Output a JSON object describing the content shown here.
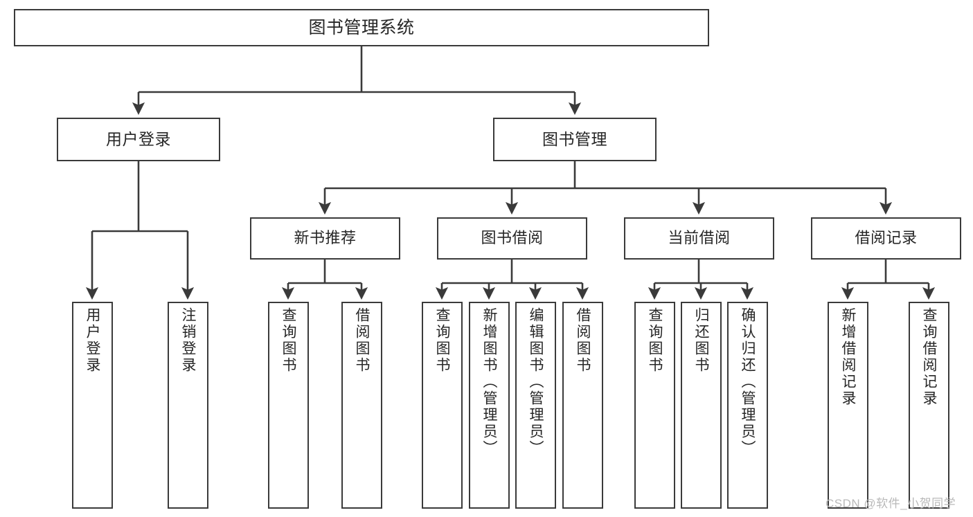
{
  "diagram": {
    "type": "hierarchy-tree",
    "title": "图书管理系统",
    "watermark": "CSDN @软件_小贺同学",
    "colors": {
      "box_border": "#3a3a3a",
      "box_fill": "#ffffff",
      "text": "#262626",
      "connector": "#3a3a3a",
      "watermark": "#b9b9b9",
      "background": "#ffffff"
    },
    "nodes": {
      "root": {
        "label": "图书管理系统",
        "level": 1
      },
      "l2": [
        {
          "id": "user-login",
          "label": "用户登录",
          "level": 2
        },
        {
          "id": "book-manage",
          "label": "图书管理",
          "level": 2
        }
      ],
      "l3": [
        {
          "id": "new-book-recommend",
          "label": "新书推荐",
          "level": 3,
          "parent": "book-manage"
        },
        {
          "id": "book-borrow",
          "label": "图书借阅",
          "level": 3,
          "parent": "book-manage"
        },
        {
          "id": "current-borrow",
          "label": "当前借阅",
          "level": 3,
          "parent": "book-manage"
        },
        {
          "id": "borrow-record",
          "label": "借阅记录",
          "level": 3,
          "parent": "book-manage"
        }
      ],
      "leaves": [
        {
          "id": "leaf-user-login",
          "label": "用户登录",
          "parent": "user-login"
        },
        {
          "id": "leaf-logout",
          "label": "注销登录",
          "parent": "user-login"
        },
        {
          "id": "leaf-query-book-1",
          "label": "查询图书",
          "parent": "new-book-recommend"
        },
        {
          "id": "leaf-borrow-book-1",
          "label": "借阅图书",
          "parent": "new-book-recommend"
        },
        {
          "id": "leaf-query-book-2",
          "label": "查询图书",
          "parent": "book-borrow"
        },
        {
          "id": "leaf-add-book",
          "label": "新增图书（管理员）",
          "parent": "book-borrow"
        },
        {
          "id": "leaf-edit-book",
          "label": "编辑图书（管理员）",
          "parent": "book-borrow"
        },
        {
          "id": "leaf-borrow-book-2",
          "label": "借阅图书",
          "parent": "book-borrow"
        },
        {
          "id": "leaf-query-book-3",
          "label": "查询图书",
          "parent": "current-borrow"
        },
        {
          "id": "leaf-return-book",
          "label": "归还图书",
          "parent": "current-borrow"
        },
        {
          "id": "leaf-confirm-return",
          "label": "确认归还（管理员）",
          "parent": "current-borrow"
        },
        {
          "id": "leaf-add-record",
          "label": "新增借阅记录",
          "parent": "borrow-record"
        },
        {
          "id": "leaf-query-record",
          "label": "查询借阅记录",
          "parent": "borrow-record"
        }
      ]
    }
  }
}
